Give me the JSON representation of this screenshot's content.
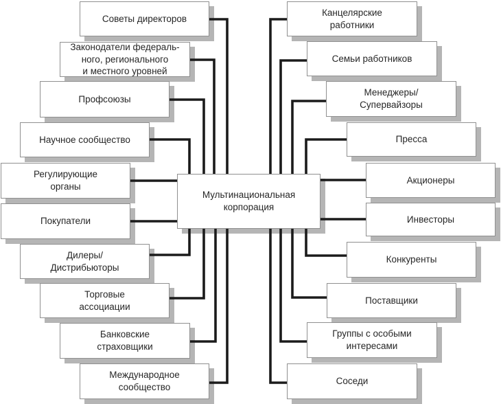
{
  "diagram": {
    "type": "stakeholder-map",
    "center": {
      "label": "Мультинациональная\nкорпорация"
    },
    "left": [
      {
        "id": "boards-of-directors",
        "label": "Советы директоров"
      },
      {
        "id": "legislators",
        "label": "Законодатели федераль-\nного, регионального\nи местного уровней"
      },
      {
        "id": "trade-unions",
        "label": "Профсоюзы"
      },
      {
        "id": "scientific-community",
        "label": "Научное сообщество"
      },
      {
        "id": "regulatory-bodies",
        "label": "Регулирующие\nорганы"
      },
      {
        "id": "buyers",
        "label": "Покупатели"
      },
      {
        "id": "dealers-distributors",
        "label": "Дилеры/\nДистрибьюторы"
      },
      {
        "id": "trade-associations",
        "label": "Торговые\nассоциации"
      },
      {
        "id": "bank-insurers",
        "label": "Банковские\nстраховщики"
      },
      {
        "id": "international-community",
        "label": "Международное\nсообщество"
      }
    ],
    "right": [
      {
        "id": "clerical-workers",
        "label": "Канцелярские\nработники"
      },
      {
        "id": "employee-families",
        "label": "Семьи работников"
      },
      {
        "id": "managers-supervisors",
        "label": "Менеджеры/\nСупервайзоры"
      },
      {
        "id": "press",
        "label": "Пресса"
      },
      {
        "id": "shareholders",
        "label": "Акционеры"
      },
      {
        "id": "investors",
        "label": "Инвесторы"
      },
      {
        "id": "competitors",
        "label": "Конкуренты"
      },
      {
        "id": "suppliers",
        "label": "Поставщики"
      },
      {
        "id": "special-interest-groups",
        "label": "Группы с особыми\nинтересами"
      },
      {
        "id": "neighbors",
        "label": "Соседи"
      }
    ]
  },
  "colors": {
    "background": "#ffffff",
    "box_fill": "#ffffff",
    "box_border": "#8f8f8f",
    "box_shadow": "#b5b5b5",
    "connector": "#1b1b1b",
    "text": "#262626"
  }
}
